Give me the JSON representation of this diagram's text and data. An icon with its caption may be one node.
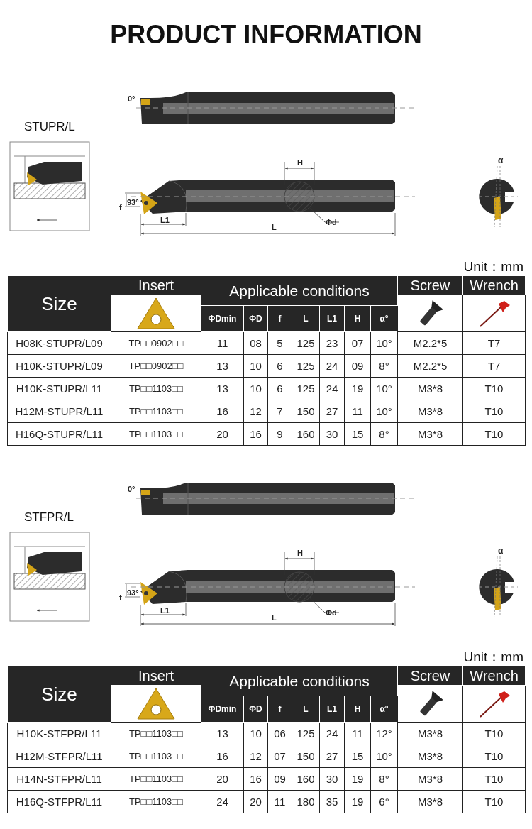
{
  "diagram": {
    "title": "PRODUCT INFORMATION",
    "labels": [
      "0°",
      "STUPR/L",
      "H",
      "α",
      "93°",
      "f",
      "L1",
      "Φd",
      "L",
      "Unit：mm",
      "Size",
      "Insert",
      "Applicable conditions",
      "Screw",
      "Wrench",
      "ΦDmin",
      "ΦD",
      "f",
      "L",
      "L1",
      "H",
      "α°",
      "H08K-STUPR/L09",
      "TP□□0902□□",
      "11",
      "08",
      "5",
      "125",
      "23",
      "07",
      "10°",
      "M2.2*5",
      "T7",
      "H10K-STUPR/L09",
      "TP□□0902□□",
      "13",
      "10",
      "6",
      "125",
      "24",
      "09",
      "8°",
      "M2.2*5",
      "T7",
      "H10K-STUPR/L11",
      "TP□□1103□□",
      "13",
      "10",
      "6",
      "125",
      "24",
      "19",
      "10°",
      "M3*8",
      "T10",
      "H12M-STUPR/L11",
      "TP□□1103□□",
      "16",
      "12",
      "7",
      "150",
      "27",
      "11",
      "10°",
      "M3*8",
      "T10",
      "H16Q-STUPR/L11",
      "TP□□1103□□",
      "20",
      "16",
      "9",
      "160",
      "30",
      "15",
      "8°",
      "M3*8",
      "T10",
      "0°",
      "STFPR/L",
      "H",
      "α",
      "93°",
      "f",
      "L1",
      "Φd",
      "L",
      "Unit：mm",
      "Size",
      "Insert",
      "Applicable conditions",
      "Screw",
      "Wrench",
      "ΦDmin",
      "ΦD",
      "f",
      "L",
      "L1",
      "H",
      "α°",
      "H10K-STFPR/L11",
      "TP□□1103□□",
      "13",
      "10",
      "06",
      "125",
      "24",
      "11",
      "12°",
      "M3*8",
      "T10",
      "H12M-STFPR/L11",
      "TP□□1103□□",
      "16",
      "12",
      "07",
      "150",
      "27",
      "15",
      "10°",
      "M3*8",
      "T10",
      "H14N-STFPR/L11",
      "TP□□1103□□",
      "20",
      "16",
      "09",
      "160",
      "30",
      "19",
      "8°",
      "M3*8",
      "T10",
      "H16Q-STFPR/L11",
      "TP□□1103□□",
      "24",
      "20",
      "11",
      "180",
      "35",
      "19",
      "6°",
      "M3*8",
      "T10"
    ]
  }
}
